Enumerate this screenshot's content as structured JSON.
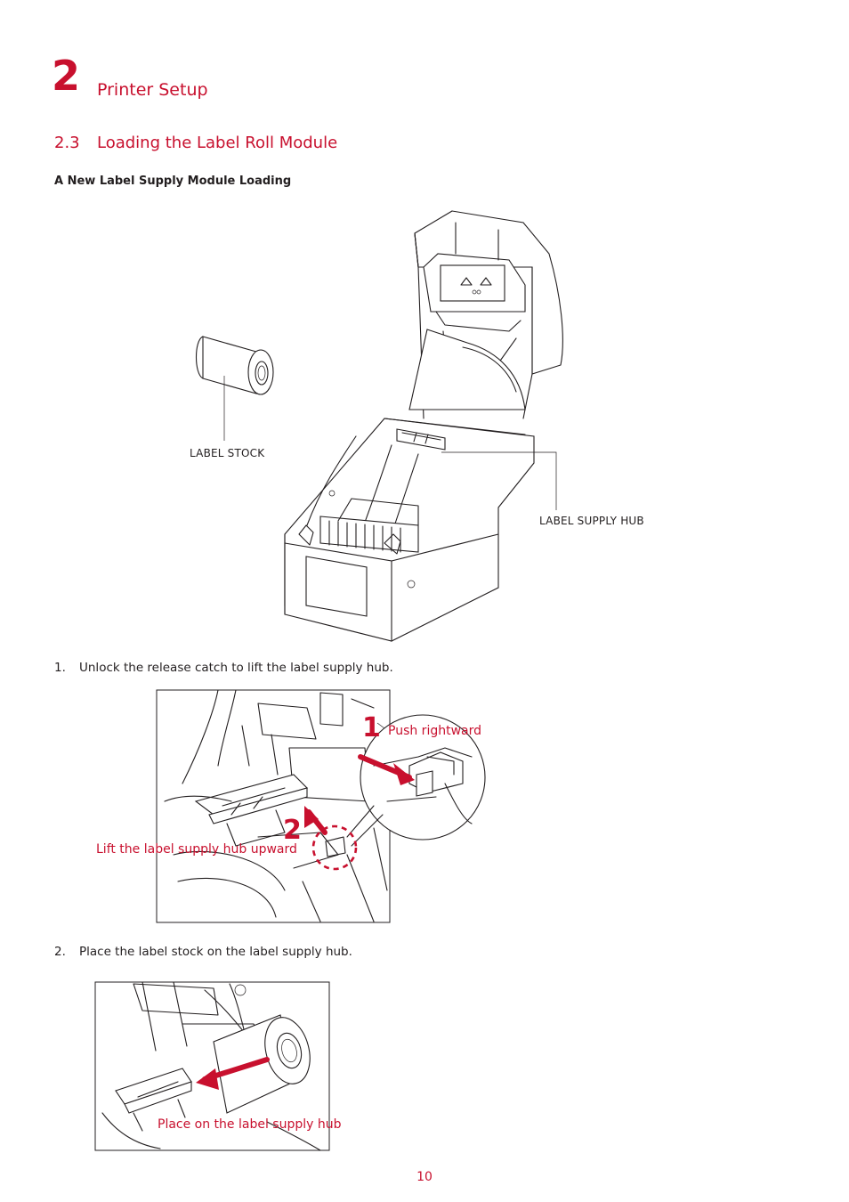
{
  "chapter": {
    "number": "2",
    "title": "Printer Setup"
  },
  "section": {
    "number": "2.3",
    "title": "Loading the Label Roll Module"
  },
  "subsection": "A New Label Supply Module Loading",
  "figure_main": {
    "label_stock": "LABEL STOCK",
    "label_supply_hub": "LABEL SUPPLY HUB"
  },
  "steps": [
    {
      "marker": "1.",
      "text": "Unlock the release catch to lift the label supply hub."
    },
    {
      "marker": "2.",
      "text": "Place the label stock on the label supply hub."
    }
  ],
  "figure_step1": {
    "badge_1": "1",
    "badge_2": "2",
    "push_rightward": "Push rightward",
    "lift_hub": "Lift the label supply hub upward"
  },
  "figure_step2": {
    "place_on_hub": "Place on the label supply hub"
  },
  "page_number": "10",
  "colors": {
    "accent": "#c8102e",
    "text": "#231f20"
  }
}
